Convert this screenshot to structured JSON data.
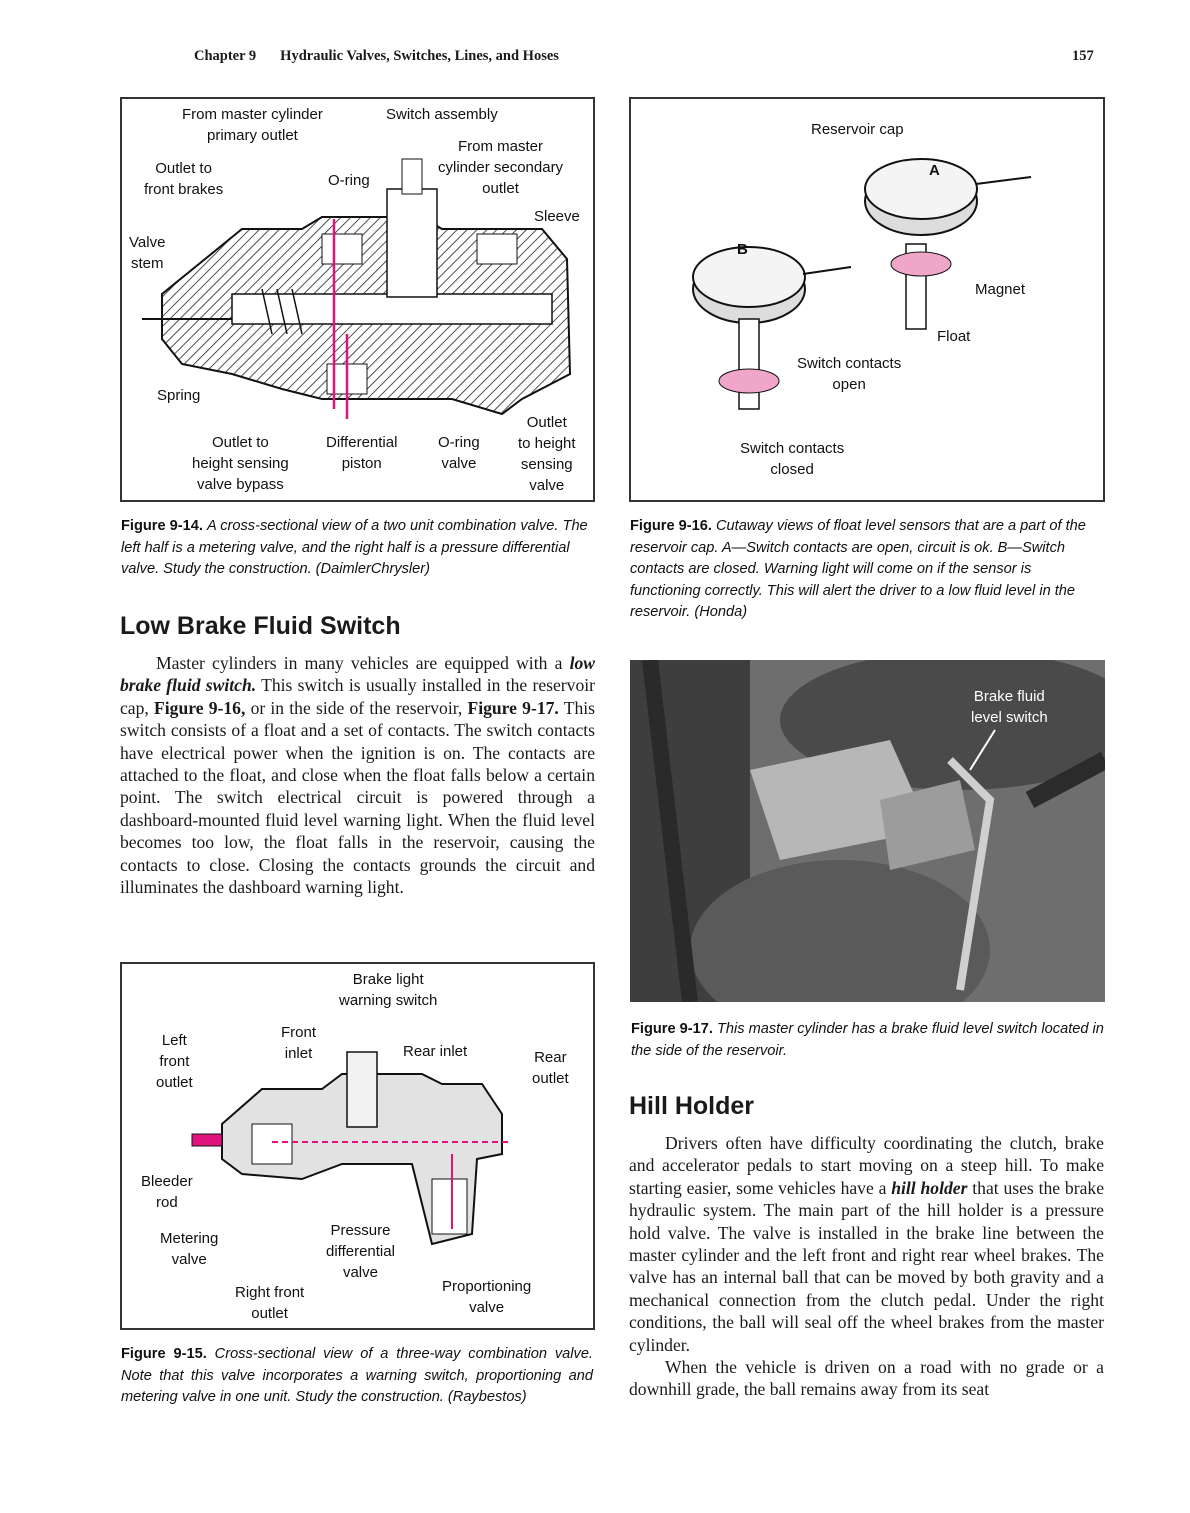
{
  "header": {
    "chapter": "Chapter 9",
    "title": "Hydraulic Valves, Switches, Lines, and Hoses",
    "page_number": "157"
  },
  "figure_9_14": {
    "labels": {
      "primary": "From master cylinder\nprimary outlet",
      "switch_assembly": "Switch assembly",
      "secondary": "From master\ncylinder secondary\noutlet",
      "outlet_front": "Outlet to\nfront brakes",
      "oring_top": "O-ring",
      "sleeve": "Sleeve",
      "valve_stem": "Valve\nstem",
      "spring": "Spring",
      "outlet_bypass": "Outlet to\nheight sensing\nvalve bypass",
      "diff_piston": "Differential\npiston",
      "oring_valve": "O-ring\nvalve",
      "outlet_height": "Outlet\nto height\nsensing\nvalve"
    },
    "caption_label": "Figure 9-14.",
    "caption_text": "A cross-sectional view of a two unit combination valve. The left half is a metering valve, and the right half is a pressure differential valve. Study the construction. (DaimlerChrysler)"
  },
  "figure_9_16": {
    "labels": {
      "reservoir_cap": "Reservoir cap",
      "a": "A",
      "b": "B",
      "magnet": "Magnet",
      "float": "Float",
      "contacts_open": "Switch contacts\nopen",
      "contacts_closed": "Switch contacts\nclosed"
    },
    "caption_label": "Figure 9-16.",
    "caption_text": "Cutaway views of float level sensors that are a part of the reservoir cap. A—Switch contacts are open, circuit is ok. B—Switch contacts are closed. Warning light will come on if the sensor is functioning correctly. This will alert the driver to a low fluid level in the reservoir. (Honda)"
  },
  "figure_9_17": {
    "labels": {
      "brake_fluid": "Brake fluid\nlevel switch"
    },
    "caption_label": "Figure 9-17.",
    "caption_text": "This master cylinder has a brake fluid level switch located in the side of the reservoir."
  },
  "figure_9_15": {
    "labels": {
      "warning_switch": "Brake light\nwarning switch",
      "left_front": "Left\nfront\noutlet",
      "front_inlet": "Front\ninlet",
      "rear_inlet": "Rear inlet",
      "rear_outlet": "Rear\noutlet",
      "bleeder": "Bleeder\nrod",
      "metering": "Metering\nvalve",
      "pressure_diff": "Pressure\ndifferential\nvalve",
      "proportioning": "Proportioning\nvalve",
      "right_front": "Right front\noutlet"
    },
    "caption_label": "Figure 9-15.",
    "caption_text": "Cross-sectional view of a three-way combination valve. Note that this valve incorporates a warning switch, proportioning and metering valve in one unit. Study the construction. (Raybestos)"
  },
  "section_low_brake": {
    "title": "Low Brake Fluid Switch",
    "p1_a": "Master cylinders in many vehicles are equipped with a ",
    "p1_term": "low brake fluid switch.",
    "p1_b": " This switch is usually installed in the reservoir cap, ",
    "p1_ref1": "Figure 9-16,",
    "p1_c": " or in the side of the reservoir, ",
    "p1_ref2": "Figure 9-17.",
    "p1_d": " This switch consists of a float and a set of contacts. The switch contacts have electrical power when the ignition is on. The contacts are attached to the float, and close when the float falls below a certain point. The switch electrical circuit is powered through a dashboard-mounted fluid level warning light. When the fluid level becomes too low, the float falls in the reservoir, causing the contacts to close. Closing the contacts grounds the circuit and illuminates the dashboard warning light."
  },
  "section_hill_holder": {
    "title": "Hill Holder",
    "p1_a": "Drivers often have difficulty coordinating the clutch, brake and accelerator pedals to start moving on a steep hill. To make starting easier, some vehicles have a ",
    "p1_term": "hill holder",
    "p1_b": " that uses the brake hydraulic system. The main part of the hill holder is a pressure hold valve. The valve is installed in the brake line between the master cylinder and the left front and right rear wheel brakes. The valve has an internal ball that can be moved by both gravity and a mechanical connection from the clutch pedal. Under the right conditions, the ball will seal off the wheel brakes from the master cylinder.",
    "p2": "When the vehicle is driven on a road with no grade or a downhill grade, the ball remains away from its seat"
  },
  "colors": {
    "accent": "#e0127e",
    "ink": "#1a1a1a",
    "photo_gray": "#7a7a7a"
  }
}
